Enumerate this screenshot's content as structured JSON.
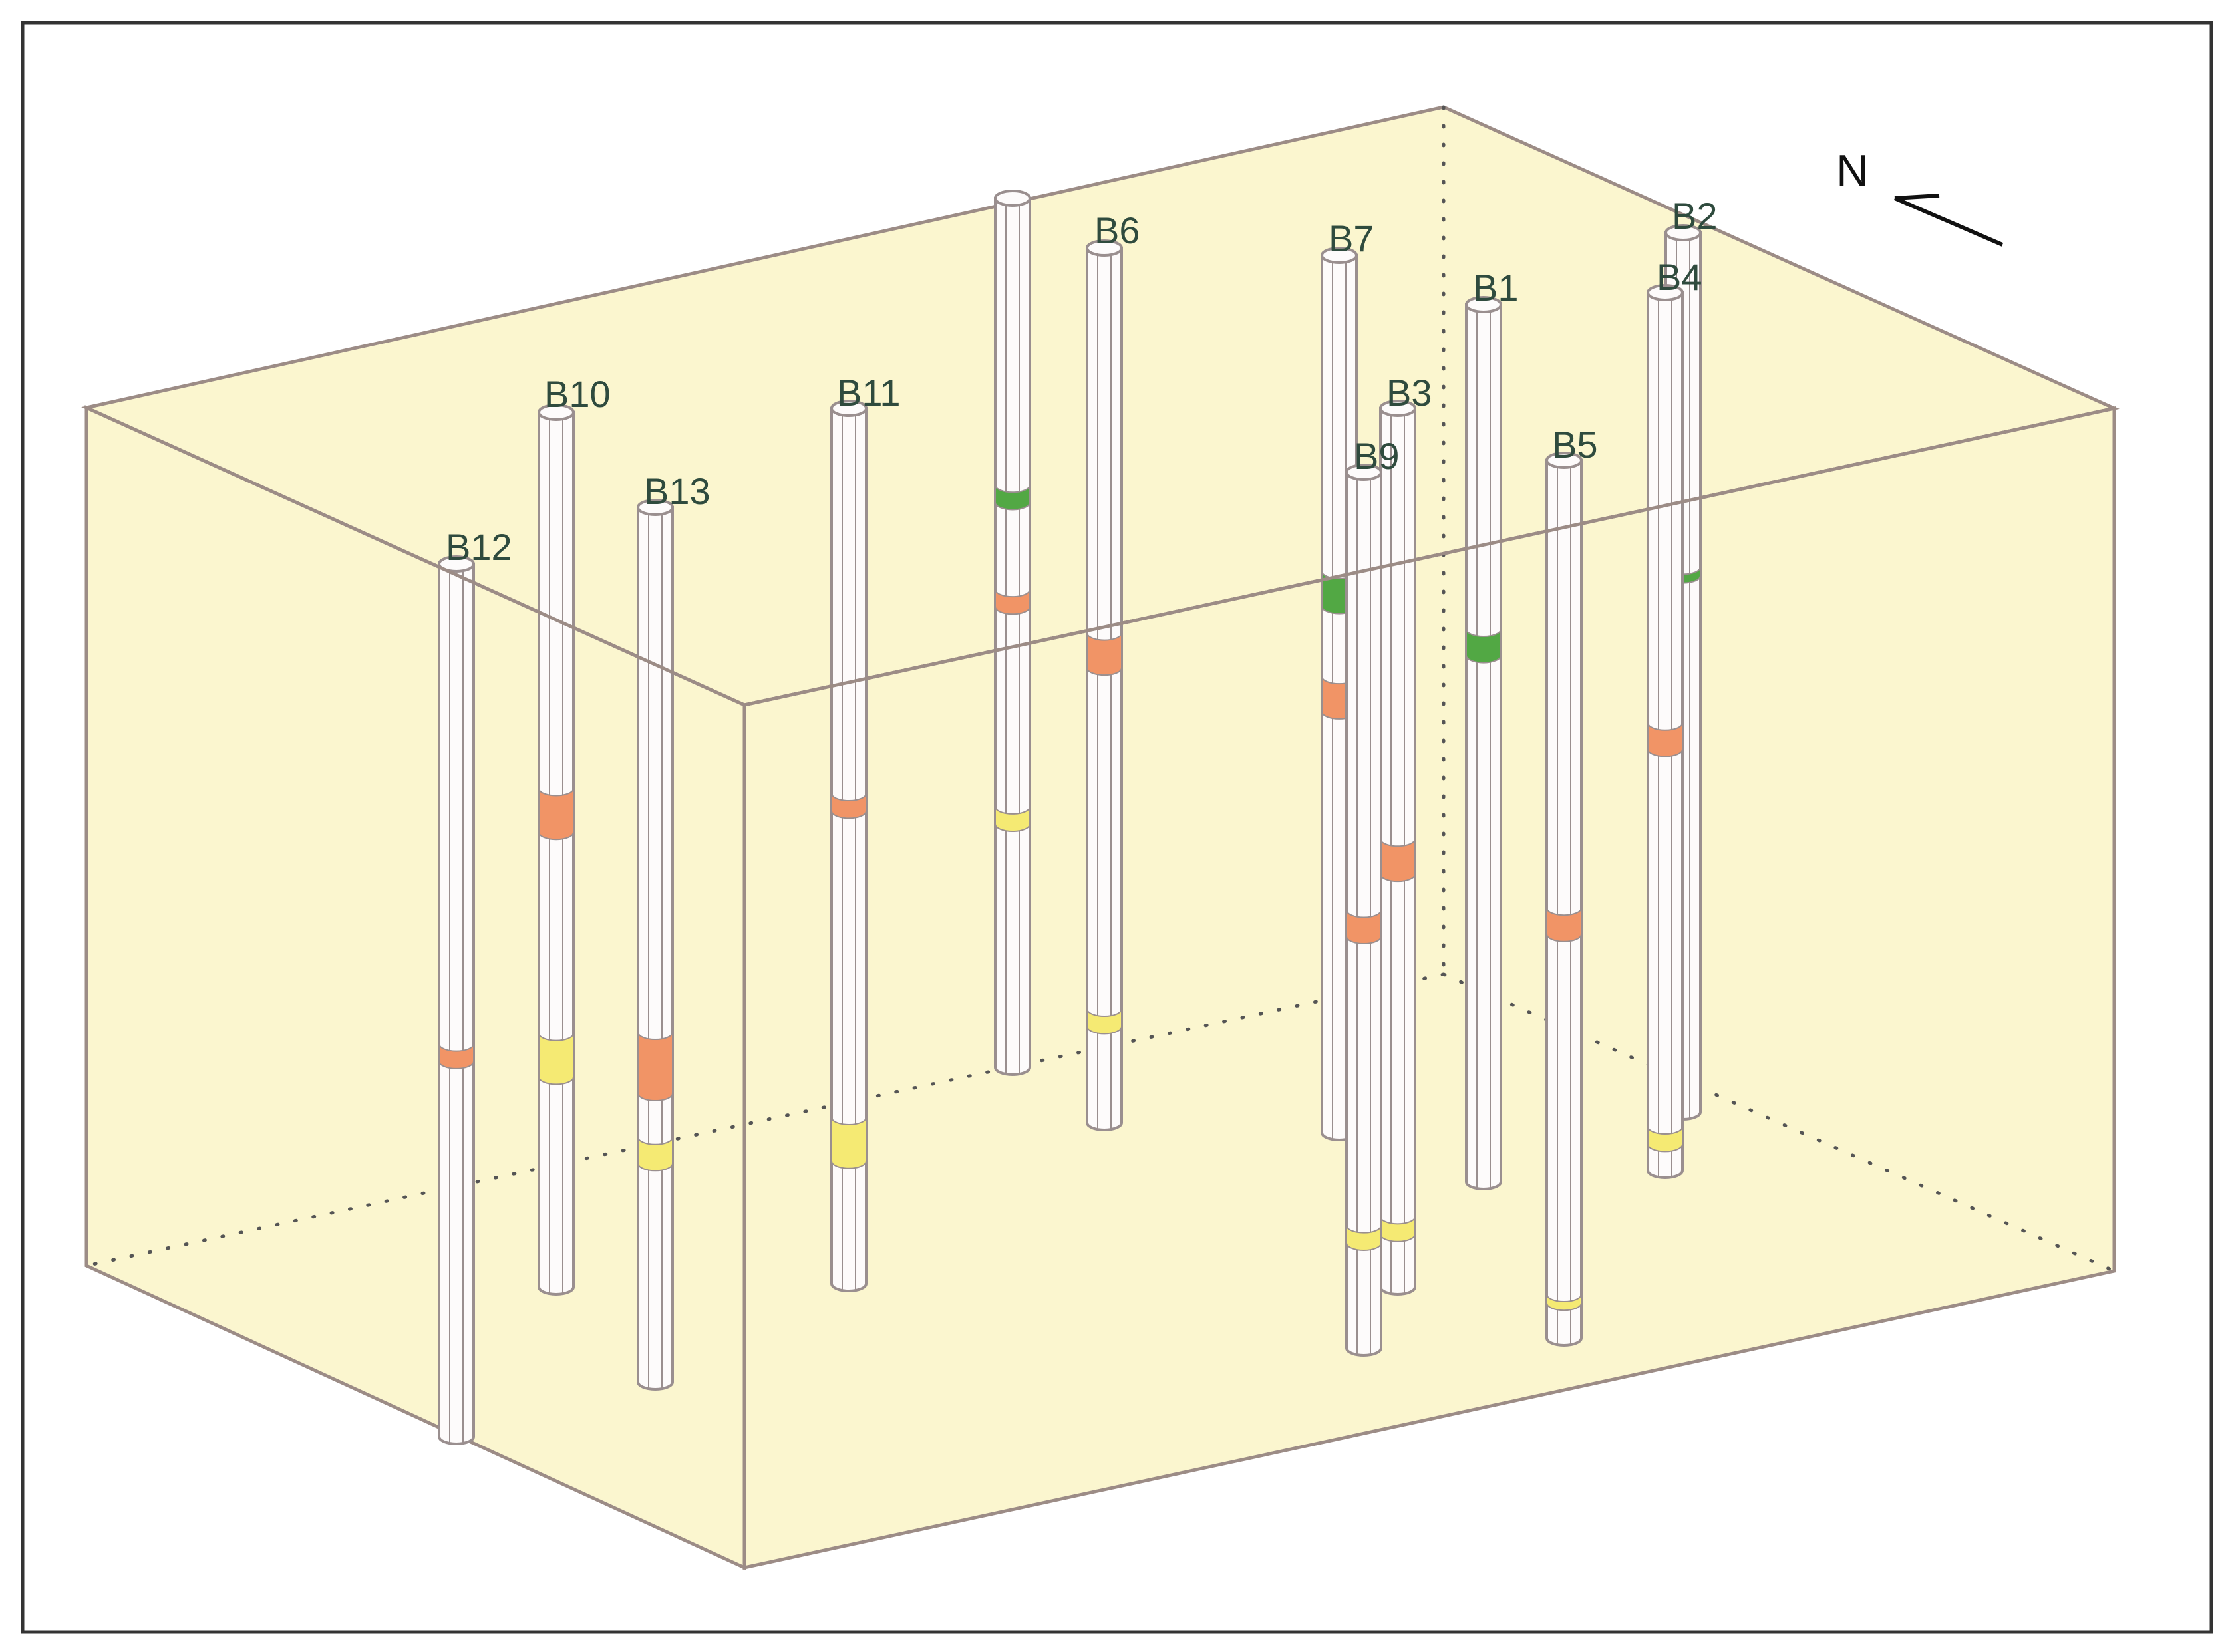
{
  "colors": {
    "box_fill": "#fbf6cf",
    "box_edge": "#9c8c86",
    "hidden_edge": "#555555",
    "pipe_fill": "#fdfbfb",
    "pipe_edge": "#9a8f8f",
    "orange_layer": "#f19466",
    "yellow_layer": "#f5ea73",
    "green_layer": "#52a844",
    "label_color": "#2f4b3e"
  },
  "north_label": "N",
  "boreholes": [
    {
      "id": "B12",
      "label": "B12",
      "layers": [
        {
          "type": "orange",
          "top": 0.55,
          "bottom": 0.57
        }
      ]
    },
    {
      "id": "B10",
      "label": "B10",
      "layers": [
        {
          "type": "orange",
          "top": 0.43,
          "bottom": 0.48
        },
        {
          "type": "yellow",
          "top": 0.71,
          "bottom": 0.76
        }
      ]
    },
    {
      "id": "B13",
      "label": "B13",
      "layers": [
        {
          "type": "orange",
          "top": 0.6,
          "bottom": 0.67
        },
        {
          "type": "yellow",
          "top": 0.72,
          "bottom": 0.75
        }
      ]
    },
    {
      "id": "B11",
      "label": "B11",
      "layers": [
        {
          "type": "orange",
          "top": 0.44,
          "bottom": 0.46
        },
        {
          "type": "yellow",
          "top": 0.81,
          "bottom": 0.86
        }
      ]
    },
    {
      "id": "unlabeled",
      "label": "",
      "layers": [
        {
          "type": "green",
          "top": 0.33,
          "bottom": 0.35
        },
        {
          "type": "orange",
          "top": 0.45,
          "bottom": 0.47
        },
        {
          "type": "yellow",
          "top": 0.7,
          "bottom": 0.72
        }
      ]
    },
    {
      "id": "B6",
      "label": "B6",
      "layers": [
        {
          "type": "orange",
          "top": 0.44,
          "bottom": 0.48
        },
        {
          "type": "yellow",
          "top": 0.87,
          "bottom": 0.89
        }
      ]
    },
    {
      "id": "B7",
      "label": "B7",
      "layers": [
        {
          "type": "green",
          "top": 0.36,
          "bottom": 0.4
        },
        {
          "type": "orange",
          "top": 0.48,
          "bottom": 0.52
        }
      ]
    },
    {
      "id": "B3",
      "label": "B3",
      "layers": [
        {
          "type": "orange",
          "top": 0.49,
          "bottom": 0.53
        },
        {
          "type": "yellow",
          "top": 0.92,
          "bottom": 0.94
        }
      ]
    },
    {
      "id": "B9",
      "label": "B9",
      "layers": [
        {
          "type": "orange",
          "top": 0.5,
          "bottom": 0.53
        },
        {
          "type": "yellow",
          "top": 0.86,
          "bottom": 0.88
        }
      ]
    },
    {
      "id": "B1",
      "label": "B1",
      "layers": [
        {
          "type": "green",
          "top": 0.37,
          "bottom": 0.4
        }
      ]
    },
    {
      "id": "B5",
      "label": "B5",
      "layers": [
        {
          "type": "orange",
          "top": 0.51,
          "bottom": 0.54
        },
        {
          "type": "yellow",
          "top": 0.95,
          "bottom": 0.96
        }
      ]
    },
    {
      "id": "B2",
      "label": "B2",
      "layers": [
        {
          "type": "green",
          "top": 0.38,
          "bottom": 0.39
        }
      ]
    },
    {
      "id": "B4",
      "label": "B4",
      "layers": [
        {
          "type": "orange",
          "top": 0.49,
          "bottom": 0.52
        },
        {
          "type": "yellow",
          "top": 0.95,
          "bottom": 0.97
        }
      ]
    }
  ]
}
